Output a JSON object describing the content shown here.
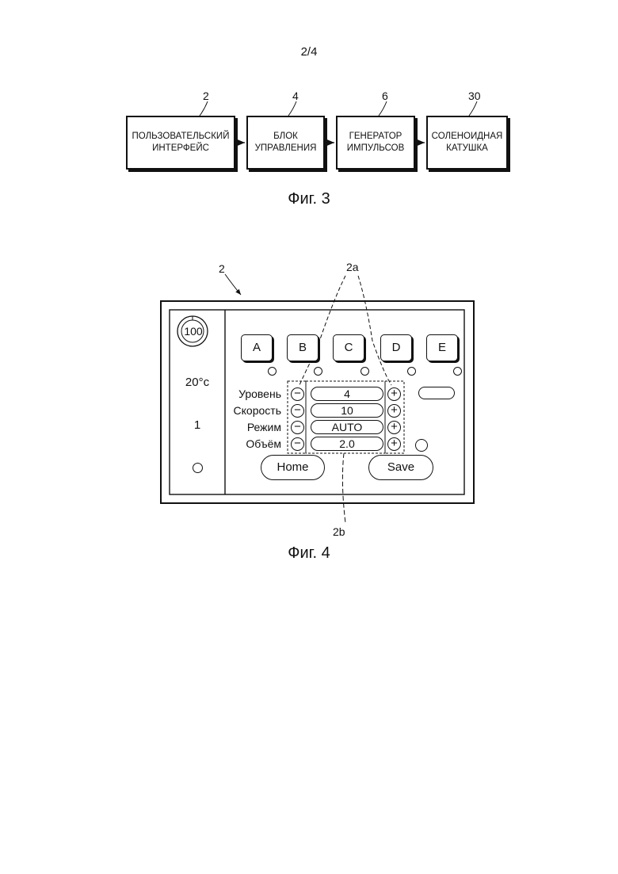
{
  "page": {
    "number": "2/4"
  },
  "fig3": {
    "caption": "Фиг. 3",
    "blocks": [
      {
        "ref": "2",
        "label": "ПОЛЬЗОВАТЕЛЬСКИЙ\nИНТЕРФЕЙС"
      },
      {
        "ref": "4",
        "label": "БЛОК\nУПРАВЛЕНИЯ"
      },
      {
        "ref": "6",
        "label": "ГЕНЕРАТОР\nИМПУЛЬСОВ"
      },
      {
        "ref": "30",
        "label": "СОЛЕНОИДНАЯ\nКАТУШКА"
      }
    ]
  },
  "fig4": {
    "caption": "Фиг. 4",
    "ref_panel": "2",
    "ref_plus_minus": "2a",
    "ref_values": "2b",
    "gauge_value": "100",
    "temperature": "20°c",
    "side_number": "1",
    "top_buttons": [
      "A",
      "B",
      "C",
      "D",
      "E"
    ],
    "params": [
      {
        "label": "Уровень",
        "value": "4"
      },
      {
        "label": "Скорость",
        "value": "10"
      },
      {
        "label": "Режим",
        "value": "AUTO"
      },
      {
        "label": "Объём",
        "value": "2.0"
      }
    ],
    "minus_symbol": "−",
    "plus_symbol": "+",
    "home_label": "Home",
    "save_label": "Save"
  }
}
